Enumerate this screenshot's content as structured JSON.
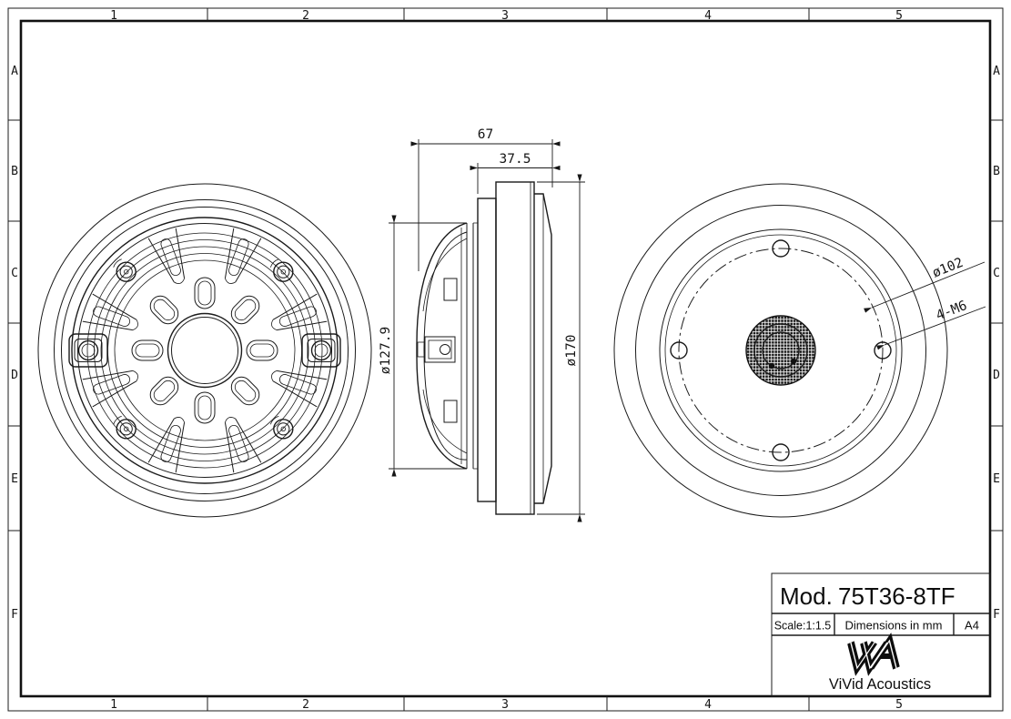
{
  "frame": {
    "columns": [
      "1",
      "2",
      "3",
      "4",
      "5"
    ],
    "rows": [
      "A",
      "B",
      "C",
      "D",
      "E",
      "F"
    ]
  },
  "dimensions": {
    "total_depth": "67",
    "front_depth": "37.5",
    "flange_diameter": "ø127.9",
    "body_diameter": "ø170",
    "bolt_circle_diameter": "ø102",
    "mounting_holes": "4-M6"
  },
  "title_block": {
    "model_label": "Mod.",
    "model_number": "75T36-8TF",
    "scale": "Scale:1:1.5",
    "units": "Dimensions in mm",
    "paper_size": "A4",
    "company": "ViVid Acoustics",
    "logo_icon": "vivid-acoustics-va-monogram"
  },
  "colors": {
    "line": "#1b1b1b",
    "background": "#ffffff",
    "mesh_fill": "#161616"
  }
}
